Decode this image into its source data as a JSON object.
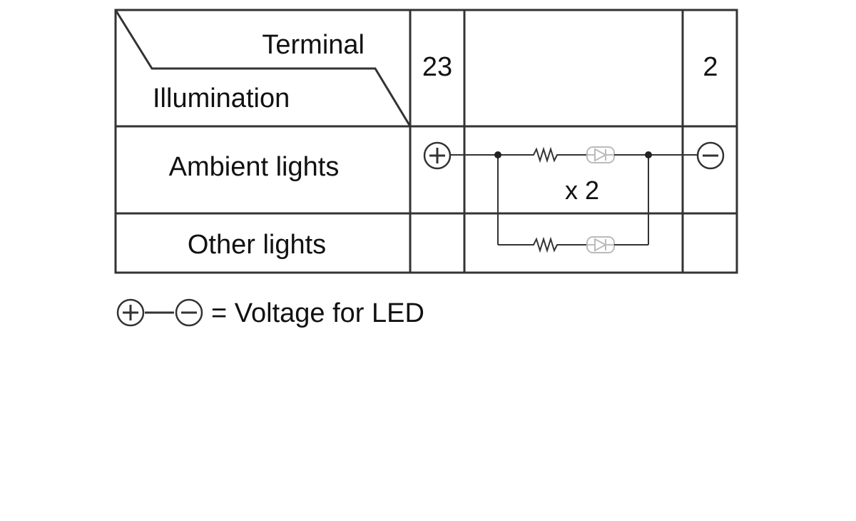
{
  "header": {
    "terminal_label": "Terminal",
    "illumination_label": "Illumination",
    "terminal_positive": "23",
    "terminal_negative": "2"
  },
  "rows": [
    {
      "label": "Ambient lights"
    },
    {
      "label": "Other lights"
    }
  ],
  "circuit": {
    "multiplier": "x 2"
  },
  "legend": {
    "text": "= Voltage for LED"
  }
}
